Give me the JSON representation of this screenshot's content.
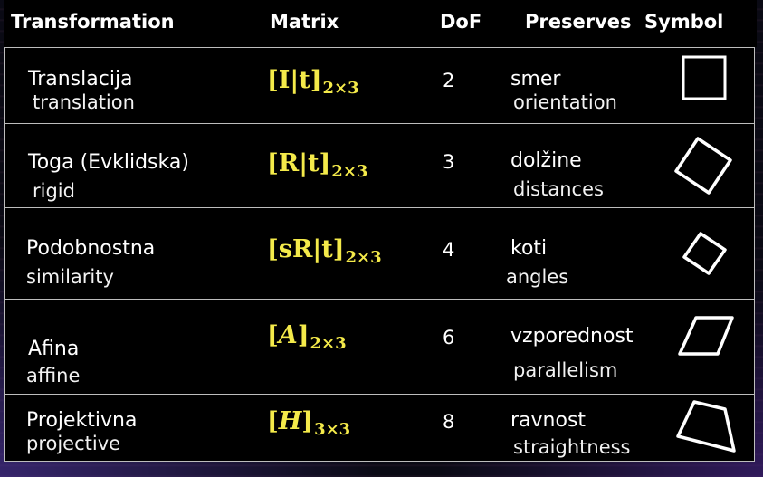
{
  "table": {
    "headers": {
      "transformation": "Transformation",
      "matrix": "Matrix",
      "dof": "DoF",
      "preserves": "Preserves",
      "symbol": "Symbol"
    },
    "rows": [
      {
        "name_sl": "Translacija",
        "name_en": "translation",
        "matrix": {
          "prefix": "[",
          "body": "I|t",
          "suffix": "]",
          "sub": "2×3"
        },
        "dof": "2",
        "preserves_sl": "smer",
        "preserves_en": "orientation",
        "symbol_icon": "square-icon"
      },
      {
        "name_sl": "Toga (Evklidska)",
        "name_en": "rigid",
        "matrix": {
          "prefix": "[",
          "body": "R|t",
          "suffix": "]",
          "sub": "2×3"
        },
        "dof": "3",
        "preserves_sl": "dolžine",
        "preserves_en": "distances",
        "symbol_icon": "rotated-square-icon"
      },
      {
        "name_sl": "Podobnostna",
        "name_en": "similarity",
        "matrix": {
          "prefix": "[",
          "body": "sR|t",
          "suffix": "]",
          "sub": "2×3"
        },
        "dof": "4",
        "preserves_sl": "koti",
        "preserves_en": "angles",
        "symbol_icon": "small-rotated-square-icon"
      },
      {
        "name_sl": "Afina",
        "name_en": "affine",
        "matrix": {
          "prefix": "[",
          "body": "A",
          "suffix": "]",
          "sub": "2×3"
        },
        "dof": "6",
        "preserves_sl": "vzporednost",
        "preserves_en": "parallelism",
        "symbol_icon": "parallelogram-icon"
      },
      {
        "name_sl": "Projektivna",
        "name_en": "projective",
        "matrix": {
          "prefix": "[",
          "body": "H",
          "suffix": "]",
          "sub": "3×3"
        },
        "dof": "8",
        "preserves_sl": "ravnost",
        "preserves_en": "straightness",
        "symbol_icon": "quadrilateral-icon"
      }
    ]
  },
  "colors": {
    "matrix_text": "#f4ea4a",
    "text": "#ffffff",
    "background": "#000000",
    "grid": "#bdbdbd"
  }
}
